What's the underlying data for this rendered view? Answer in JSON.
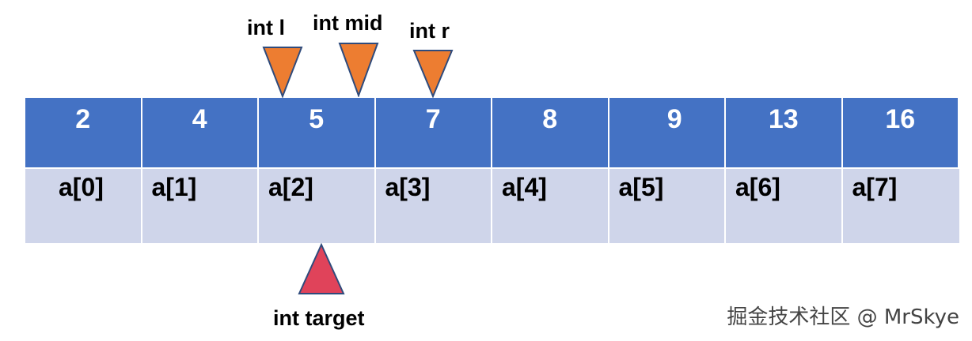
{
  "values": [
    "2",
    "4",
    "5",
    "7",
    "8",
    "9",
    "13",
    "16"
  ],
  "indices": [
    "a[0]",
    "a[1]",
    "a[2]",
    "a[3]",
    "a[4]",
    "a[5]",
    "a[6]",
    "a[7]"
  ],
  "pointers": {
    "l": "int l",
    "mid": "int mid",
    "r": "int r",
    "target": "int target"
  },
  "colors": {
    "value_row": "#4472c4",
    "index_row": "#cfd5ea",
    "pointer_arrow": "#ed7d31",
    "target_arrow": "#e0435a"
  },
  "watermark": "掘金技术社区 @ MrSkye"
}
